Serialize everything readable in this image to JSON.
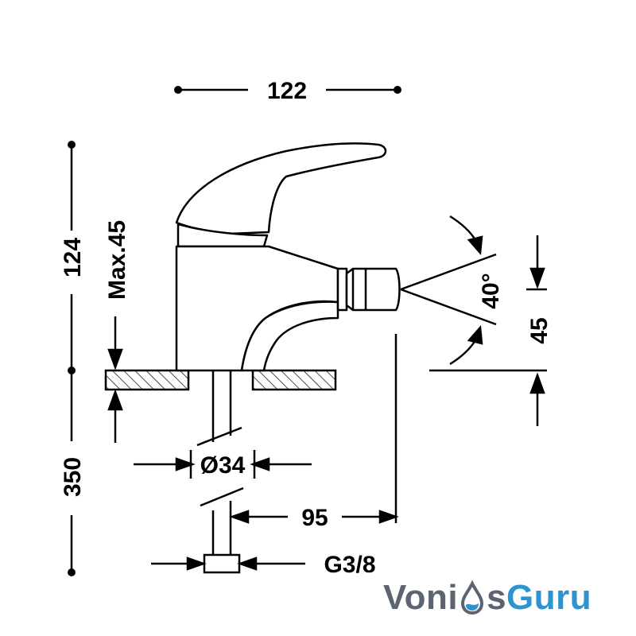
{
  "dimensions": {
    "width_top": "122",
    "height_upper": "124",
    "max_thickness": "Max.45",
    "height_lower": "350",
    "angle": "40°",
    "spray_offset": "45",
    "diameter": "Ø34",
    "reach": "95",
    "thread": "G3/8"
  },
  "logo": {
    "part1": "Voni",
    "part2": "s",
    "part3": "Guru",
    "drop_icon": "water-drop-icon",
    "color_dark": "#5b6470",
    "color_blue": "#2f93cf"
  }
}
